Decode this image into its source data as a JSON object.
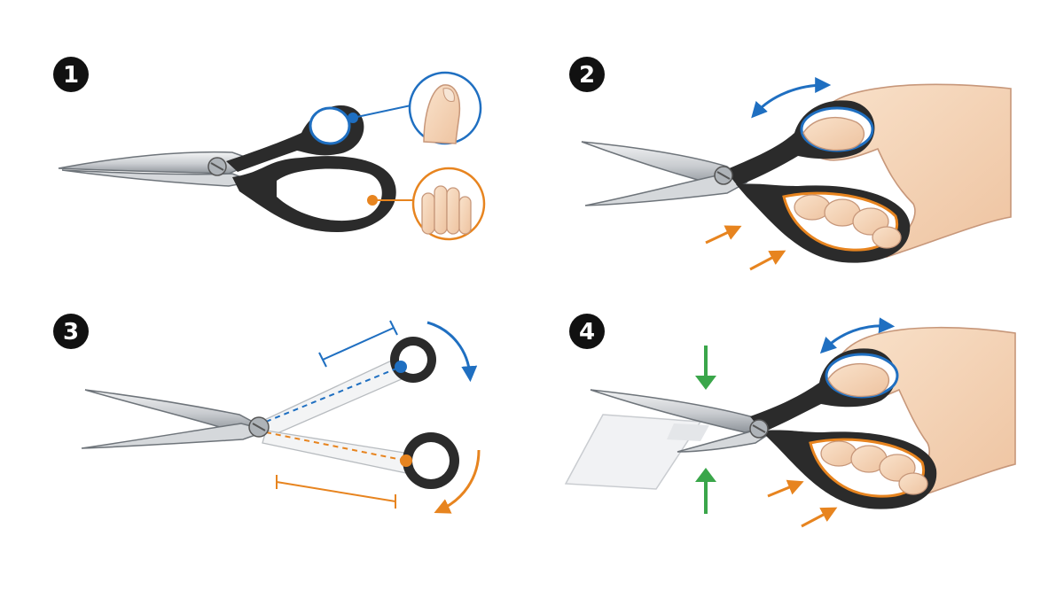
{
  "steps": [
    {
      "number": "1"
    },
    {
      "number": "2"
    },
    {
      "number": "3"
    },
    {
      "number": "4"
    }
  ],
  "colors": {
    "badge": "#111111",
    "badge_text": "#ffffff",
    "thumb_accent": "#1f6fc1",
    "finger_accent": "#e7841f",
    "press_accent": "#3aa64a",
    "handle": "#2b2b2b",
    "blade_light": "#e6e8ea",
    "blade_dark": "#9aa0a6",
    "skin": "#f6d9bd",
    "skin_line": "#c7977a",
    "paper": "#f1f2f4"
  }
}
